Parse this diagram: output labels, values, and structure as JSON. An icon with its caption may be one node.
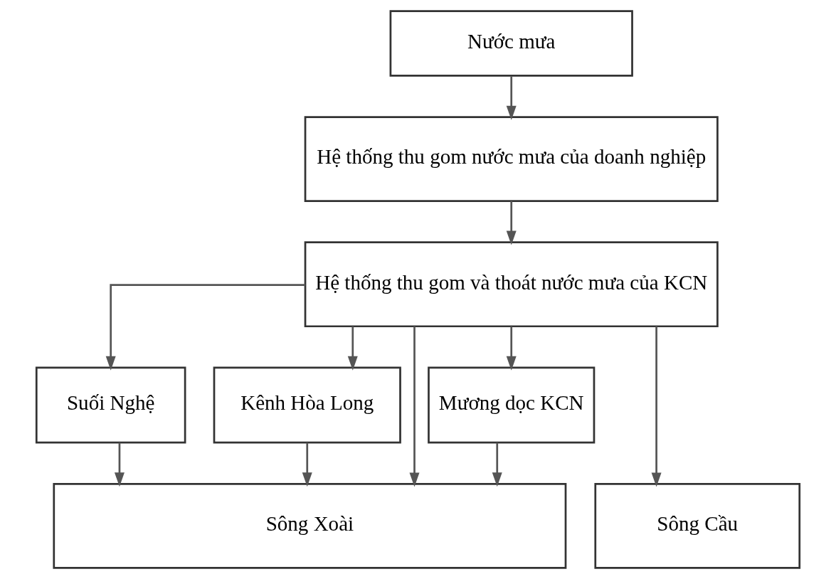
{
  "diagram": {
    "nodes": [
      {
        "text": [
          "Nước mưa"
        ]
      },
      {
        "text": [
          "Hệ thống thu gom nước mưa của doanh nghiệp"
        ]
      },
      {
        "text": [
          "Hệ thống thu gom và thoát nước mưa của KCN"
        ]
      },
      {
        "text": [
          "Suối Nghệ"
        ]
      },
      {
        "text": [
          "Kênh Hòa Long"
        ]
      },
      {
        "text": [
          "Mương dọc KCN"
        ]
      },
      {
        "text": [
          "Sông Cầu"
        ]
      },
      {
        "text": [
          "Sông Xoài"
        ]
      }
    ],
    "edges": [
      {
        "from": 0,
        "to": 1,
        "arrow": "to"
      },
      {
        "from": 1,
        "to": 2,
        "arrow": "to"
      },
      {
        "from": 2,
        "to": 6,
        "arrow": "to"
      },
      {
        "from": 2,
        "to": 7,
        "arrow": "to"
      },
      {
        "from": 2,
        "to": 3,
        "arrow": "to"
      },
      {
        "from": 2,
        "to": 4,
        "arrow": "to"
      },
      {
        "from": 2,
        "to": 5,
        "arrow": "to"
      },
      {
        "from": 3,
        "to": 7,
        "arrow": "to"
      },
      {
        "from": 4,
        "to": 7,
        "arrow": "to"
      },
      {
        "from": 5,
        "to": 7,
        "arrow": "to"
      }
    ]
  }
}
